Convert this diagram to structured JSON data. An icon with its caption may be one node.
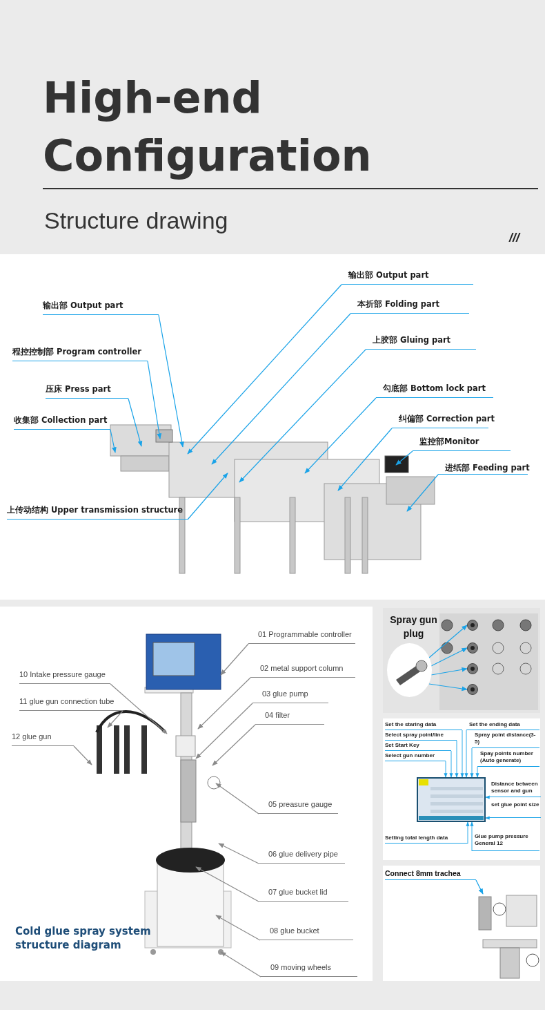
{
  "diagram": {
    "title": "High-end Configuration",
    "nodes": [
      {
        "text": [
          "输出部 Output part"
        ]
      },
      {
        "text": [
          "输出部 Output part"
        ]
      },
      {
        "text": [
          "本折部 Folding part"
        ]
      },
      {
        "text": [
          "上胶部 Gluing part"
        ]
      },
      {
        "text": [
          "程控控制部 Program controller"
        ]
      },
      {
        "text": [
          "勾底部 Bottom lock part"
        ]
      },
      {
        "text": [
          "压床 Press part"
        ]
      },
      {
        "text": [
          "纠偏部 Correction part"
        ]
      },
      {
        "text": [
          "收集部 Collection part"
        ]
      },
      {
        "text": [
          "监控部Monitor"
        ]
      },
      {
        "text": [
          "进纸部 Feeding part"
        ]
      },
      {
        "text": [
          "上传动结构 Upper transmission structure"
        ]
      },
      {
        "text": [
          "01 Programmable controller"
        ]
      },
      {
        "text": [
          "10 Intake pressure gauge"
        ]
      },
      {
        "text": [
          "02 metal support column"
        ]
      },
      {
        "text": [
          "11 glue gun connection tube"
        ]
      },
      {
        "text": [
          "03 glue pump"
        ]
      },
      {
        "text": [
          "04 filter"
        ]
      },
      {
        "text": [
          "12 glue gun"
        ]
      },
      {
        "text": [
          "05 preasure gauge"
        ]
      },
      {
        "text": [
          "06 glue delivery pipe"
        ]
      },
      {
        "text": [
          "07 glue bucket lid"
        ]
      },
      {
        "text": [
          "08 glue bucket"
        ]
      },
      {
        "text": [
          "09 moving wheels"
        ]
      },
      {
        "text": [],
        "shape": "picture"
      },
      {
        "text": [
          "Set the staring data"
        ]
      },
      {
        "text": [
          "Set the ending data"
        ]
      },
      {
        "text": [
          "Select spray point/line"
        ]
      },
      {
        "text": [
          "Spray point distance(3-5)"
        ]
      },
      {
        "text": [
          "Set Start Key"
        ]
      },
      {
        "text": [
          "Spay points number (Auto generate)"
        ]
      },
      {
        "text": [
          "Select gun number"
        ]
      },
      {
        "text": [
          "Distance between sensor and gun"
        ]
      },
      {
        "text": [
          "set glue point size"
        ]
      },
      {
        "text": [
          "Setting total length data"
        ]
      },
      {
        "text": [
          "Glue pump pressure General 12"
        ]
      },
      {
        "text": [
          "Connect 8mm trachea"
        ]
      },
      {
        "text": [],
        "shape": "picture"
      },
      {
        "text": [],
        "shape": "circle"
      },
      {
        "text": [],
        "shape": "circle"
      },
      {
        "text": [],
        "shape": "circle"
      },
      {
        "text": [],
        "shape": "circle"
      },
      {
        "text": [],
        "shape": "picture"
      }
    ],
    "edges": [
      {
        "from": 0,
        "to": null,
        "arrow": "to"
      },
      {
        "from": 1,
        "to": null,
        "arrow": "to"
      },
      {
        "from": 2,
        "to": null,
        "arrow": "to"
      },
      {
        "from": 3,
        "to": null,
        "arrow": "to"
      },
      {
        "from": 4,
        "to": null,
        "arrow": "to"
      },
      {
        "from": 5,
        "to": null,
        "arrow": "to"
      },
      {
        "from": 6,
        "to": null,
        "arrow": "to"
      },
      {
        "from": 7,
        "to": null,
        "arrow": "to"
      },
      {
        "from": 8,
        "to": null,
        "arrow": "to"
      },
      {
        "from": 9,
        "to": null,
        "arrow": "to"
      },
      {
        "from": 10,
        "to": null,
        "arrow": "to"
      },
      {
        "from": 11,
        "to": null,
        "arrow": "to"
      },
      {
        "from": 12,
        "to": null,
        "arrow": "to",
        "color": "#8a8a8a"
      },
      {
        "from": 13,
        "to": null,
        "arrow": "to",
        "color": "#8a8a8a"
      },
      {
        "from": 14,
        "to": null,
        "arrow": "to",
        "color": "#8a8a8a"
      },
      {
        "from": 15,
        "to": null,
        "arrow": "to",
        "color": "#8a8a8a"
      },
      {
        "from": 16,
        "to": null,
        "arrow": "to",
        "color": "#8a8a8a"
      },
      {
        "from": 17,
        "to": null,
        "arrow": "to",
        "color": "#8a8a8a"
      },
      {
        "from": 18,
        "to": null,
        "arrow": "to",
        "color": "#8a8a8a"
      },
      {
        "from": 19,
        "to": null,
        "arrow": "to",
        "color": "#8a8a8a"
      },
      {
        "from": 20,
        "to": null,
        "arrow": "to",
        "color": "#8a8a8a"
      },
      {
        "from": 21,
        "to": null,
        "arrow": "to",
        "color": "#8a8a8a"
      },
      {
        "from": 22,
        "to": null,
        "arrow": "to",
        "color": "#8a8a8a"
      },
      {
        "from": 23,
        "to": null,
        "arrow": "to",
        "color": "#8a8a8a"
      },
      {
        "from": 24,
        "to": 38,
        "arrow": "to"
      },
      {
        "from": 24,
        "to": 39,
        "arrow": "to"
      },
      {
        "from": 24,
        "to": 40,
        "arrow": "to"
      },
      {
        "from": 24,
        "to": 41,
        "arrow": "to"
      },
      {
        "from": 25,
        "to": 37,
        "arrow": "to"
      },
      {
        "from": 26,
        "to": 37,
        "arrow": "to"
      },
      {
        "from": 27,
        "to": 37,
        "arrow": "to"
      },
      {
        "from": 28,
        "to": 37,
        "arrow": "to"
      },
      {
        "from": 29,
        "to": 37,
        "arrow": "to"
      },
      {
        "from": 30,
        "to": 37,
        "arrow": "to"
      },
      {
        "from": 31,
        "to": 37,
        "arrow": "to"
      },
      {
        "from": 32,
        "to": 37,
        "arrow": "to"
      },
      {
        "from": 33,
        "to": 37,
        "arrow": "to"
      },
      {
        "from": 34,
        "to": 37,
        "arrow": "to"
      },
      {
        "from": 35,
        "to": 37,
        "arrow": "to"
      },
      {
        "from": 36,
        "to": 42,
        "arrow": "to"
      }
    ],
    "labels": [
      "Structure drawing",
      "///",
      "Cold glue spray system structure diagram",
      "Spray gun plug"
    ]
  }
}
